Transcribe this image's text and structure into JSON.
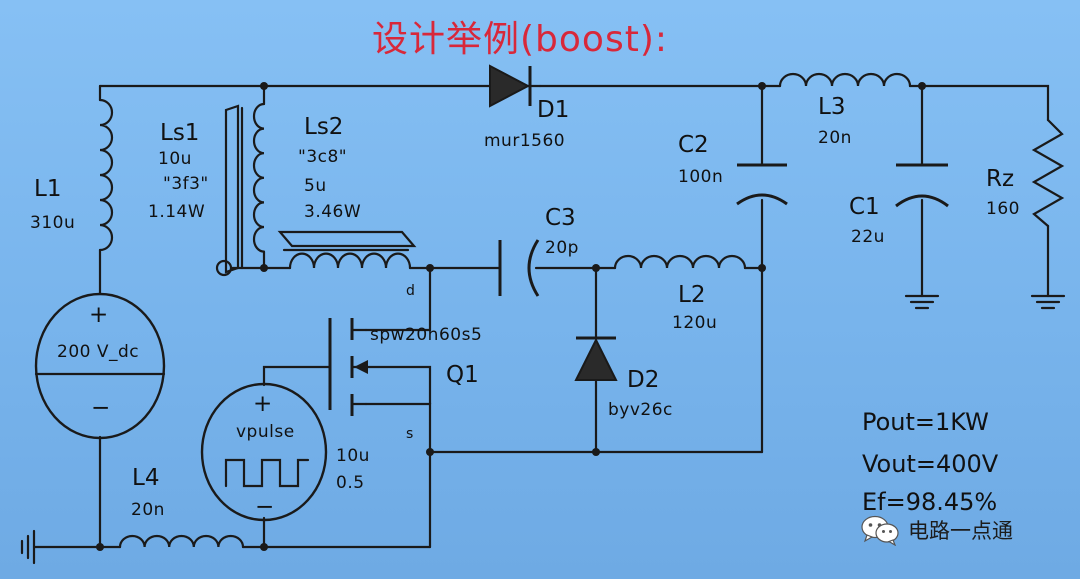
{
  "title": "设计举例(boost):",
  "components": {
    "L1": {
      "name": "L1",
      "value": "310u"
    },
    "Ls1": {
      "name": "Ls1",
      "value": "10u",
      "core": "\"3f3\"",
      "loss": "1.14W"
    },
    "Ls2": {
      "name": "Ls2",
      "core": "\"3c8\"",
      "value": "5u",
      "loss": "3.46W"
    },
    "D1": {
      "name": "D1",
      "part": "mur1560"
    },
    "C2": {
      "name": "C2",
      "value": "100n"
    },
    "L3": {
      "name": "L3",
      "value": "20n"
    },
    "C1": {
      "name": "C1",
      "value": "22u"
    },
    "Rz": {
      "name": "Rz",
      "value": "160"
    },
    "C3": {
      "name": "C3",
      "value": "20p"
    },
    "L2": {
      "name": "L2",
      "value": "120u"
    },
    "Q1": {
      "name": "Q1",
      "part": "spw20n60s5",
      "pin_d": "d",
      "pin_s": "s"
    },
    "D2": {
      "name": "D2",
      "part": "byv26c"
    },
    "V1": {
      "plus": "+",
      "label": "200 V_dc",
      "minus": "−"
    },
    "Vpulse": {
      "plus": "+",
      "label": "vpulse",
      "minus": "−",
      "period": "10u",
      "duty": "0.5"
    },
    "L4": {
      "name": "L4",
      "value": "20n"
    }
  },
  "specs": {
    "pout": "Pout=1KW",
    "vout": "Vout=400V",
    "eff": "Ef=98.45%"
  },
  "watermark": {
    "text": "电路一点通",
    "icon": "wechat-icon"
  }
}
